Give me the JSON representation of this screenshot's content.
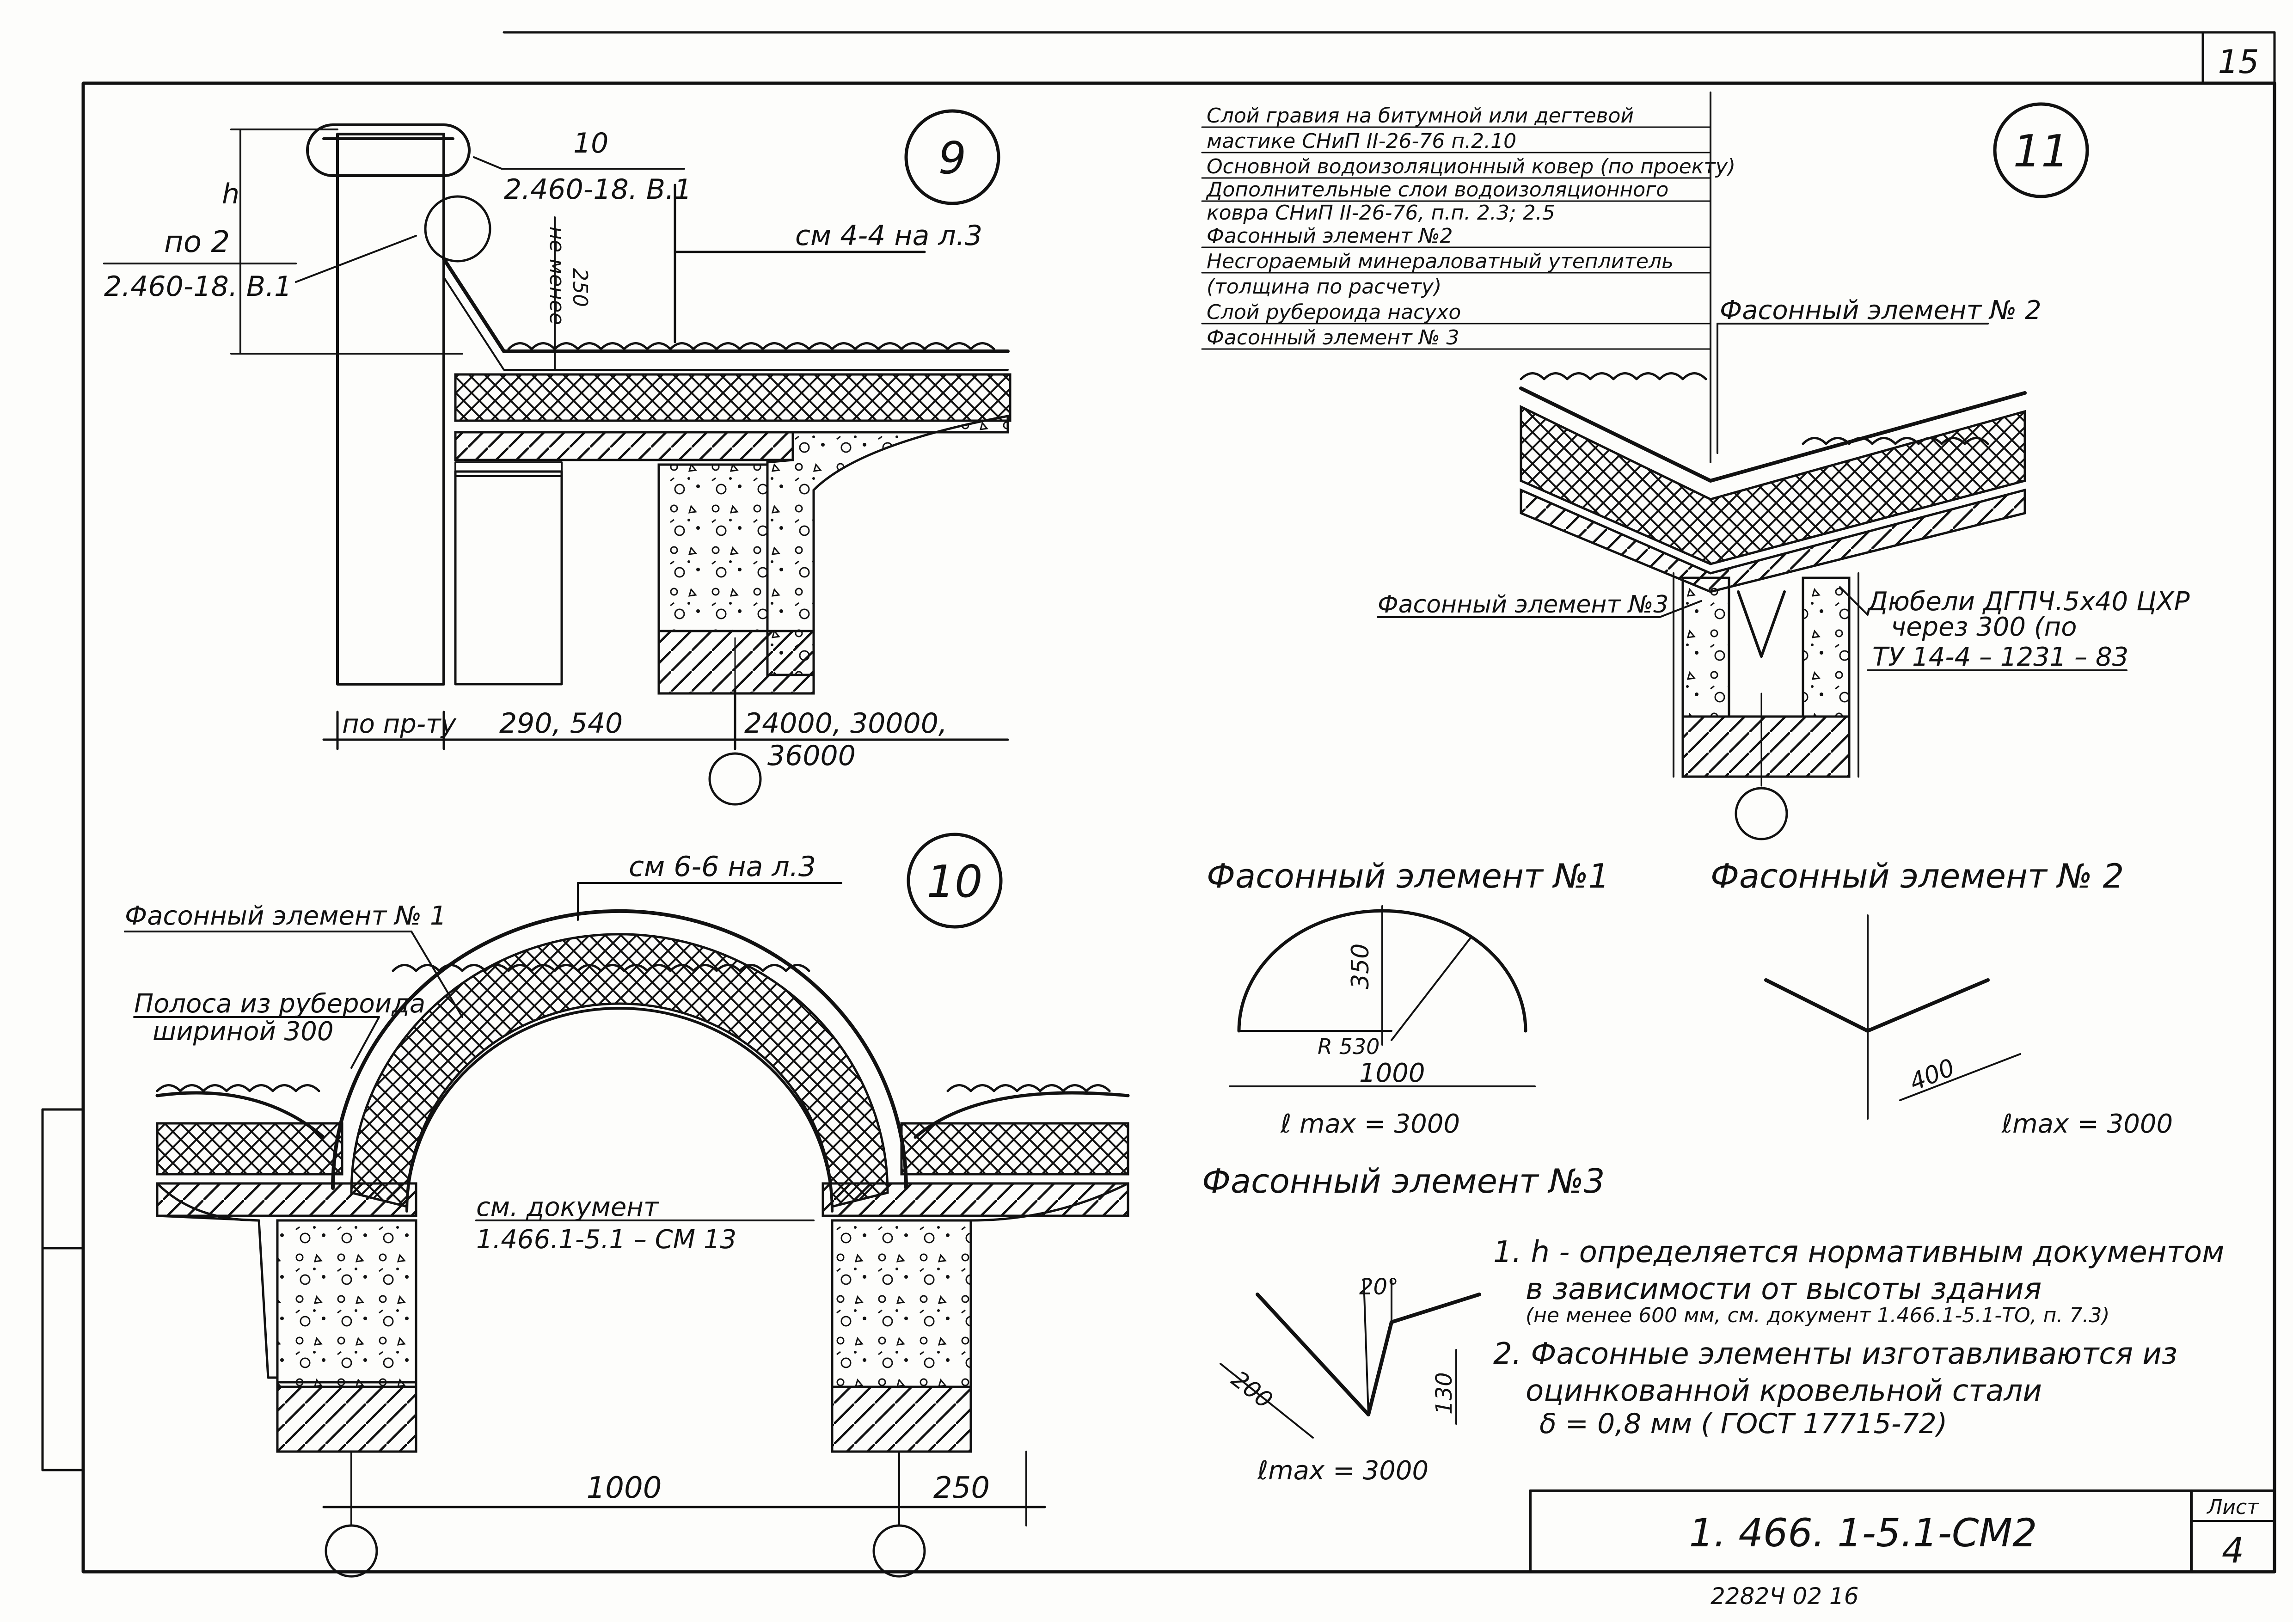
{
  "sheet": {
    "page_number": "15",
    "document_code": "1. 466. 1-5.1-СМ2",
    "sheet_label": "Лист",
    "sheet_number": "4",
    "bottom_stamp": "2282Ч 02 16"
  },
  "detail9": {
    "number": "9",
    "callout_top_num": "10",
    "callout_top_ref": "2.460-18. В.1",
    "callout_left_num": "по 2",
    "callout_left_ref": "2.460-18. В.1",
    "section_ref": "см 4-4 на л.3",
    "height_note_a": "не менее",
    "height_note_b": "250",
    "h_label": "h",
    "dim_a": "по пр-ту",
    "dim_b": "290, 540",
    "dim_c": "24000, 30000,",
    "dim_d": "36000"
  },
  "detail11": {
    "number": "11",
    "layers": [
      "Слой гравия на битумной или дегтевой",
      "мастике СНиП II-26-76 п.2.10",
      "Основной водоизоляционный ковер (по проекту)",
      "Дополнительные слои водоизоляционного",
      "ковра СНиП II-26-76, п.п. 2.3; 2.5",
      "Фасонный элемент №2",
      "Несгораемый минераловатный утеплитель",
      "(толщина по расчету)",
      "Слой рубероида насухо",
      "Фасонный элемент № 3"
    ],
    "label_element2": "Фасонный элемент № 2",
    "label_element3": "Фасонный элемент №3",
    "dowel_1": "Дюбели ДГПЧ.5х40 ЦХР",
    "dowel_2": "через 300 (по",
    "dowel_3": "ТУ 14-4 – 1231 – 83"
  },
  "detail10": {
    "number": "10",
    "section_ref": "см 6-6 на л.3",
    "label_element1": "Фасонный элемент № 1",
    "strip_1": "Полоса из рубероида",
    "strip_2": "шириной 300",
    "doc_ref_1": "см. документ",
    "doc_ref_2": "1.466.1-5.1 – СМ 13",
    "dim_span": "1000",
    "dim_side": "250"
  },
  "elements": {
    "e1_title": "Фасонный элемент №1",
    "e1_dim_h": "350",
    "e1_radius": "R 530",
    "e1_width": "1000",
    "e1_lmax": "ℓ max = 3000",
    "e2_title": "Фасонный элемент № 2",
    "e2_dim": "400",
    "e2_lmax": "ℓmax = 3000",
    "e3_title": "Фасонный элемент №3",
    "e3_angle": "20°",
    "e3_dim_a": "200",
    "e3_dim_b": "130",
    "e3_lmax": "ℓmax = 3000"
  },
  "notes": [
    "1. h - определяется нормативным документом",
    "в зависимости от высоты здания",
    "(не менее 600 мм, см. документ 1.466.1-5.1-ТО, п. 7.3)",
    "2. Фасонные элементы изготавливаются из",
    "оцинкованной кровельной стали",
    "δ = 0,8 мм ( ГОСТ 17715-72)"
  ]
}
